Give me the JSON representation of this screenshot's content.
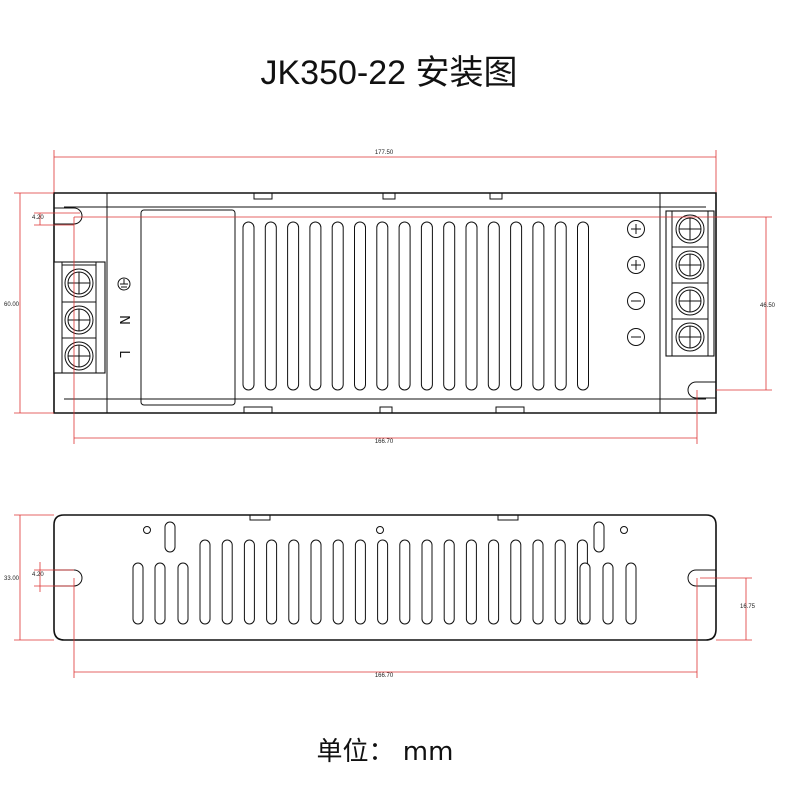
{
  "title": "JK350-22  安装图",
  "unit_label": "单位：  mm",
  "top_view": {
    "dims": {
      "overall_length": "177.50",
      "hole_spacing": "166.70",
      "height": "60.00",
      "hole_offset": "4.20",
      "terminal_hole_height": "46.50"
    },
    "input_labels": [
      "N",
      "L"
    ],
    "output_labels": [
      "+",
      "+",
      "-",
      "-"
    ]
  },
  "bottom_view": {
    "dims": {
      "hole_spacing": "166.70",
      "height": "33.00",
      "hole_offset": "4.20",
      "hole_height": "16.75"
    }
  }
}
